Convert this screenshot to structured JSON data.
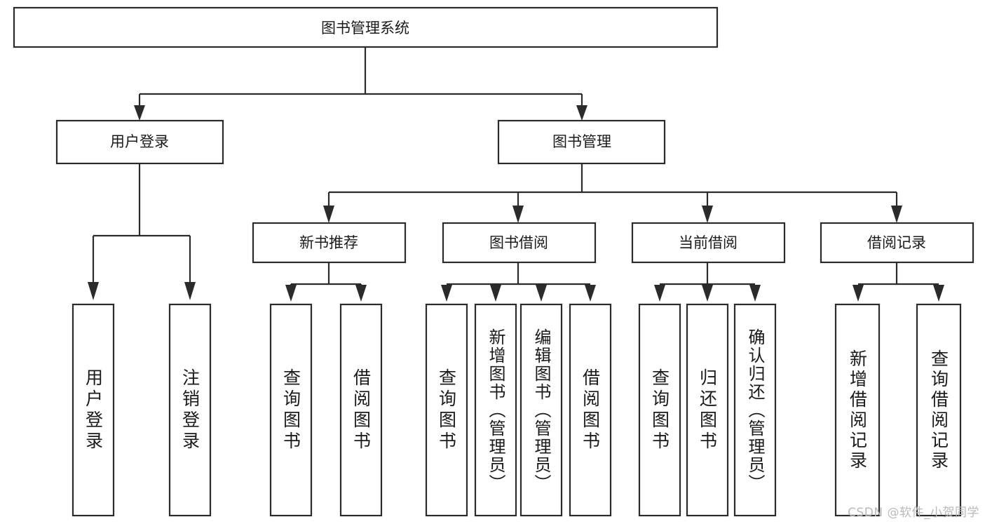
{
  "diagram": {
    "title": "图书管理系统",
    "watermark": "CSDN @软件_小贺同学",
    "stroke_color": "#2b2b2b",
    "fill_color": "#ffffff",
    "text_color": "#1a1a1a",
    "watermark_color": "#b9b9b9",
    "levels": {
      "root": {
        "label": "图书管理系统"
      },
      "level2": [
        {
          "label": "用户登录"
        },
        {
          "label": "图书管理"
        }
      ],
      "level3": [
        {
          "label": "新书推荐"
        },
        {
          "label": "图书借阅"
        },
        {
          "label": "当前借阅"
        },
        {
          "label": "借阅记录"
        }
      ],
      "leaves": {
        "user_login": [
          {
            "label": "用户登录"
          },
          {
            "label": "注销登录"
          }
        ],
        "new_book": [
          {
            "label": "查询图书"
          },
          {
            "label": "借阅图书"
          }
        ],
        "book_borrow": [
          {
            "label": "查询图书"
          },
          {
            "label": "新增图书（管理员）"
          },
          {
            "label": "编辑图书（管理员）"
          },
          {
            "label": "借阅图书"
          }
        ],
        "current_borrow": [
          {
            "label": "查询图书"
          },
          {
            "label": "归还图书"
          },
          {
            "label": "确认归还（管理员）"
          }
        ],
        "borrow_record": [
          {
            "label": "新增借阅记录"
          },
          {
            "label": "查询借阅记录"
          }
        ]
      }
    }
  }
}
